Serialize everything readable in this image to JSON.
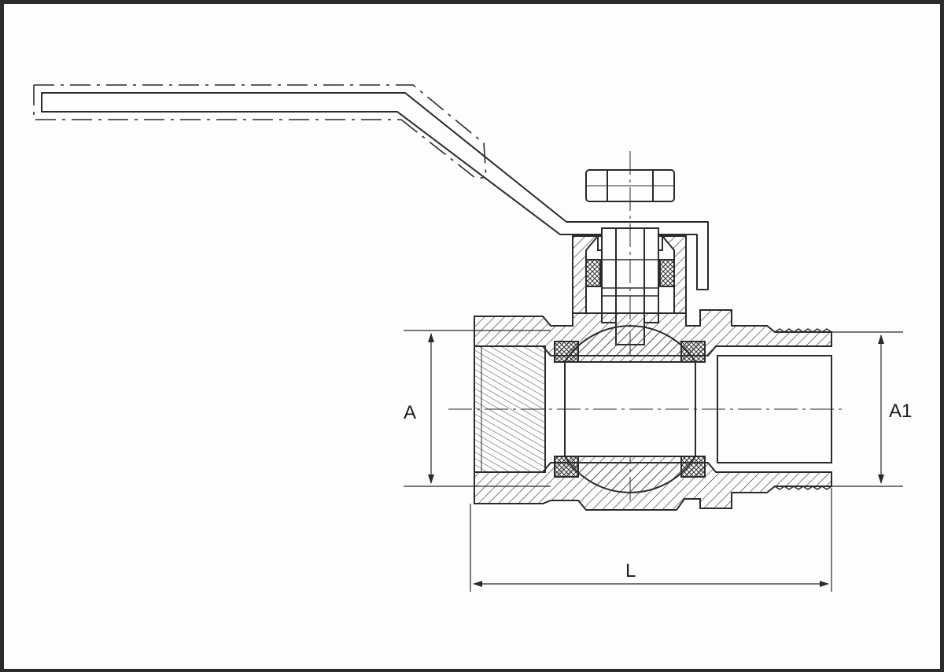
{
  "diagram": {
    "labels": {
      "a": "A",
      "a1": "A1",
      "l": "L"
    },
    "colors": {
      "frame": "#2b2b2b",
      "paper": "#fdfdfd",
      "ink": "#2a2a2a"
    }
  }
}
